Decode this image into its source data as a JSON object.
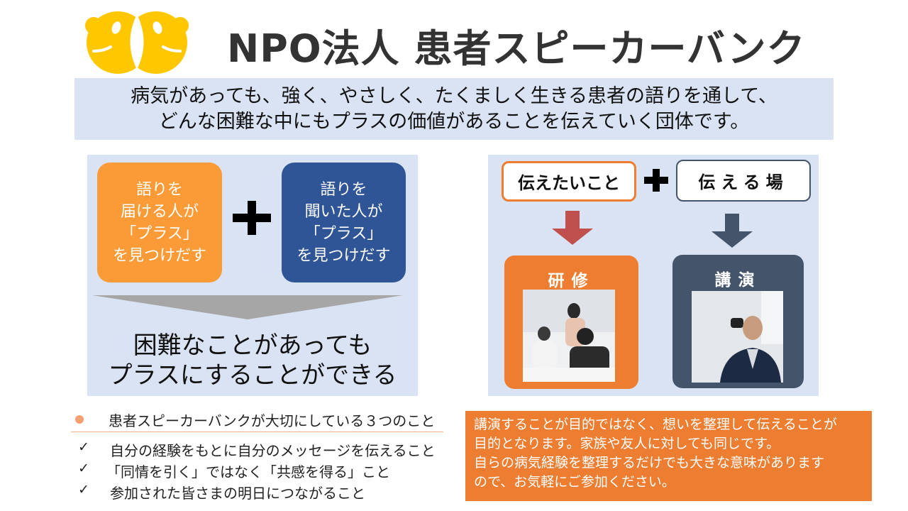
{
  "header": {
    "title": "NPO法人 患者スピーカーバンク",
    "logo_color": "#ffc700"
  },
  "mission": {
    "line1": "病気があっても、強く、やさしく、たくましく生きる患者の語りを通して、",
    "line2": "どんな困難な中にもプラスの価値があることを伝えていく団体です。"
  },
  "left_panel": {
    "box1": [
      "語りを",
      "届ける人が",
      "「プラス」",
      "を見つけだす"
    ],
    "box2": [
      "語りを",
      "聞いた人が",
      "「プラス」",
      "を見つけだす"
    ],
    "result": [
      "困難なことがあっても",
      "プラスにすることができる"
    ]
  },
  "right_panel": {
    "want": "伝えたいこと",
    "place": "伝える場",
    "card1": {
      "title": "研修"
    },
    "card2": {
      "title": "講演"
    }
  },
  "values": {
    "heading": "患者スピーカーバンクが大切にしている３つのこと",
    "check": "✓",
    "items": [
      "自分の経験をもとに自分のメッセージを伝えること",
      "「同情を引く」ではなく「共感を得る」こと",
      "参加された皆さまの明日につながること"
    ]
  },
  "note": {
    "lines": [
      "講演することが目的ではなく、想いを整理して伝えることが",
      "目的となります。家族や友人に対しても同じです。",
      "自らの病気経験を整理するだけでも大きな意味があります",
      "ので、お気軽にご参加ください。"
    ]
  }
}
